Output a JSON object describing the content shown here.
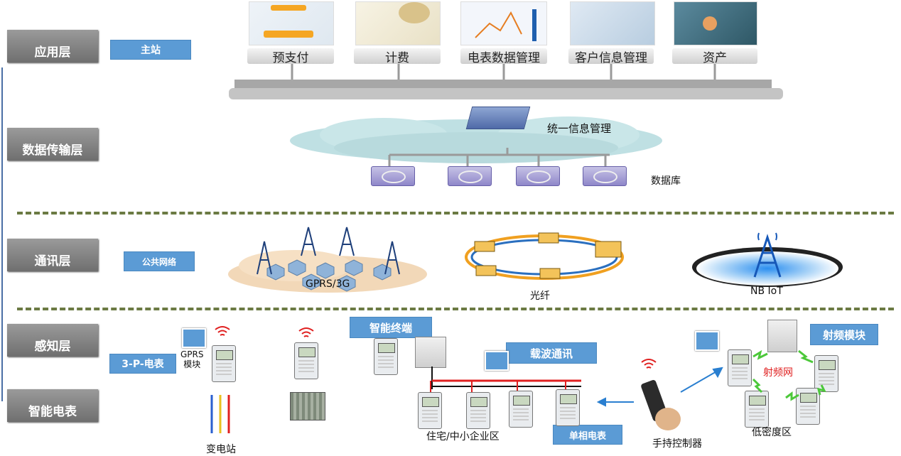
{
  "layers": {
    "application": "应用层",
    "transport": "数据传输层",
    "communication": "通讯层",
    "perception": "感知层",
    "smart_meter": "智能电表"
  },
  "tags": {
    "master_station": "主站",
    "public_network": "公共网络",
    "three_phase_meter": "3-P-电表",
    "smart_terminal": "智能终端",
    "carrier_comm": "载波通讯",
    "rf_module": "射频模块",
    "single_phase_meter": "单相电表"
  },
  "apps": [
    "预支付",
    "计费",
    "电表数据管理",
    "客户信息管理",
    "资产"
  ],
  "transport": {
    "unified_info": "统一信息管理",
    "database": "数据库"
  },
  "comm": {
    "gprs": "GPRS/3G",
    "fiber": "光纤",
    "nbiot": "NB IoT"
  },
  "perception": {
    "gprs_module": "GPRS\n模块",
    "substation": "变电站",
    "residential": "住宅/中小企业区",
    "handheld": "手持控制器",
    "rf_network": "射频网",
    "low_density": "低密度区"
  },
  "colors": {
    "tag_blue": "#5b9bd5",
    "layer_gray": "#7f7f7f",
    "divider": "#6b7a43",
    "power_red": "#e02020",
    "rf_red": "#e02020",
    "rf_green": "#4cc83a"
  }
}
